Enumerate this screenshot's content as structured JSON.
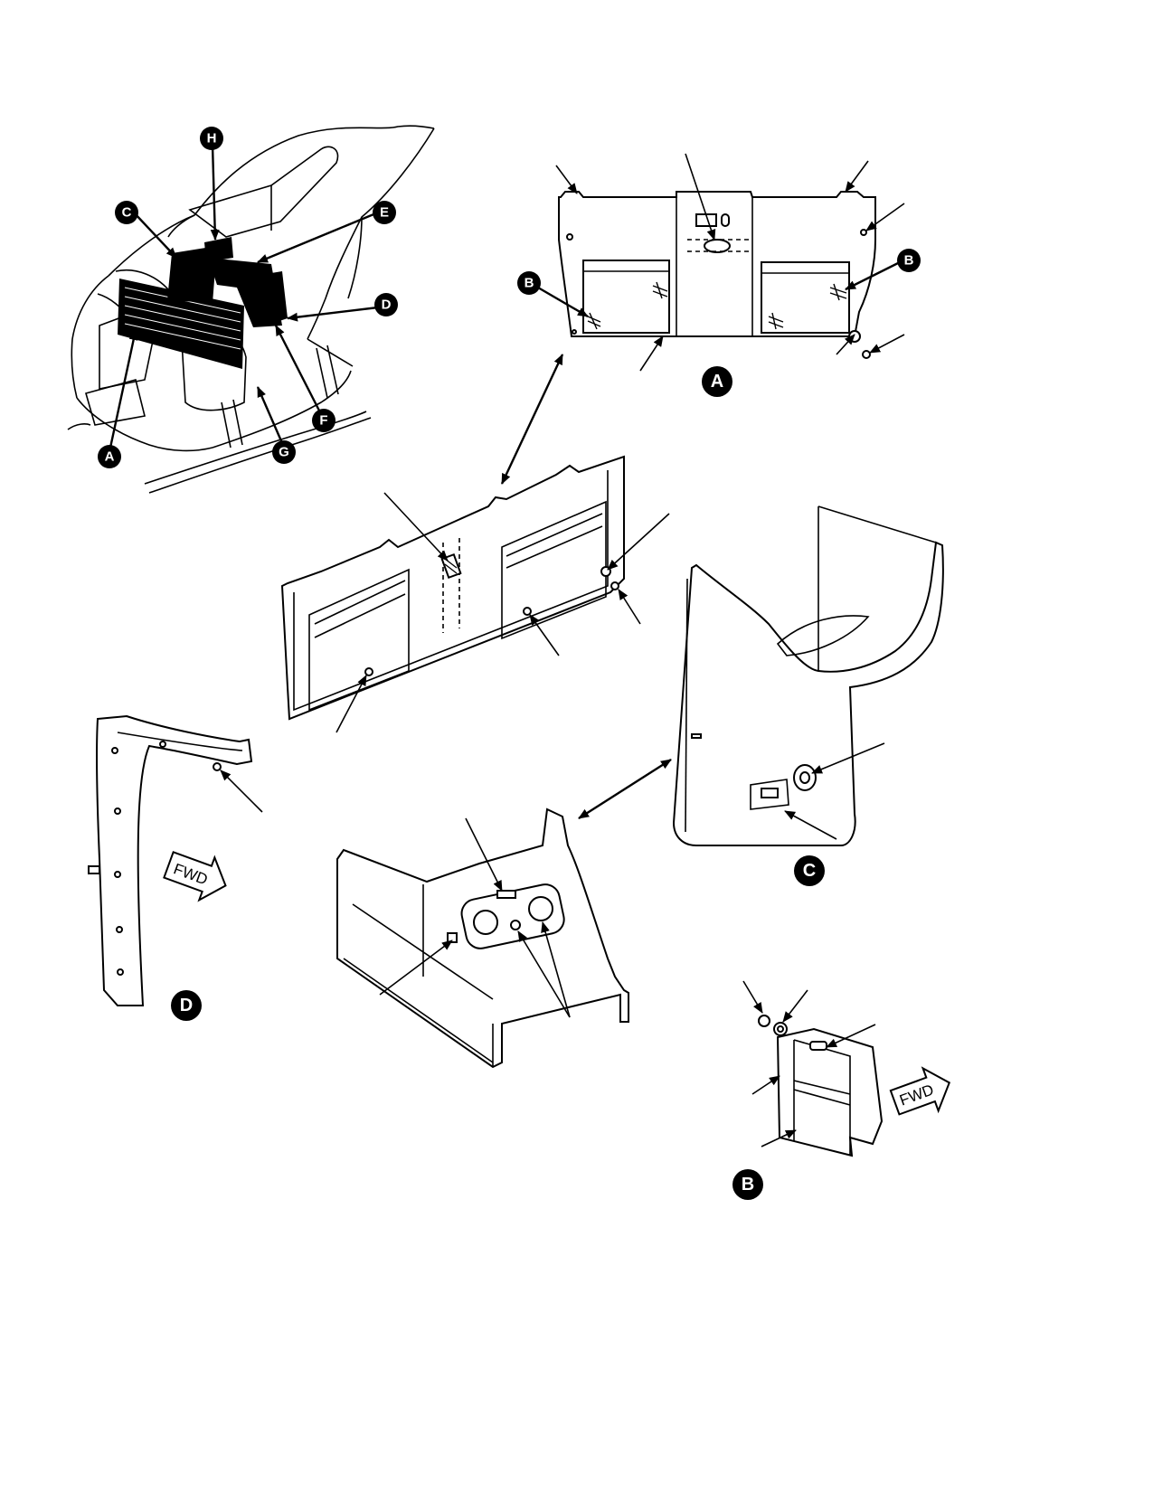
{
  "callouts": {
    "overview": {
      "A": "A",
      "B": "",
      "C": "C",
      "D": "D",
      "E": "E",
      "F": "F",
      "G": "G",
      "H": "H"
    },
    "detail_a": "A",
    "detail_b": "B",
    "detail_c": "C",
    "detail_d": "D",
    "panel_a_b_left": "B",
    "panel_a_b_right": "B",
    "detail_b_label": "B"
  },
  "fwd_labels": {
    "detail_d": "FWD",
    "detail_b": "FWD"
  },
  "colors": {
    "ink": "#000000",
    "paper": "#ffffff"
  }
}
